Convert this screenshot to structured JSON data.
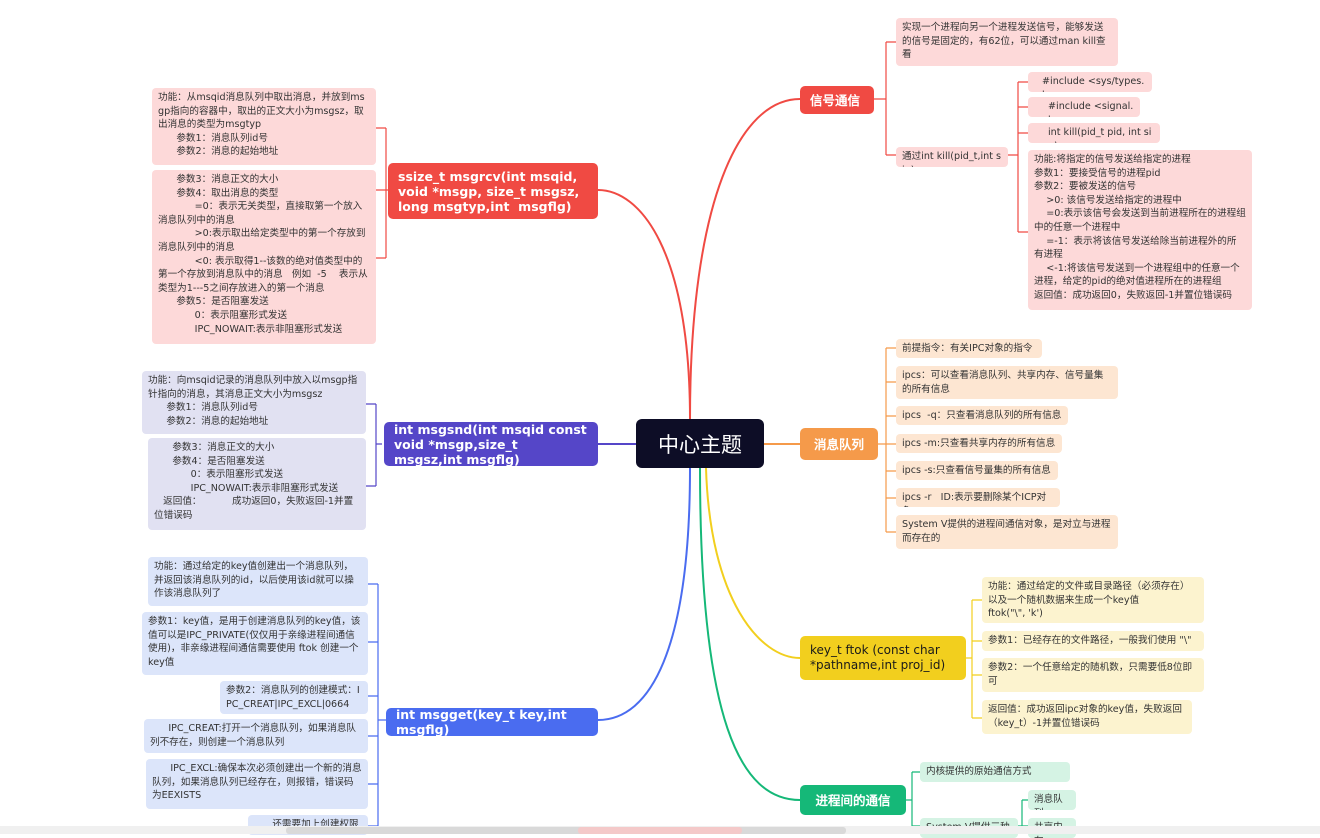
{
  "center": {
    "label": "中心主题"
  },
  "signal": {
    "title": "信号通信",
    "c1": "实现一个进程向另一个进程发送信号，能够发送的信号是固定的，有62位，可以通过man kill查看",
    "kill_title": "通过int kill(pid_t,int sig)",
    "inc1": "#include <sys/types.h>",
    "inc2": "#include <signal.h>",
    "proto": "int kill(pid_t pid, int sig);",
    "desc": "功能:将指定的信号发送给指定的进程\n参数1：要接受信号的进程pid\n参数2：要被发送的信号\n    >0: 该信号发送给指定的进程中\n    =0:表示该信号会发送到当前进程所在的进程组中的任意一个进程中\n    =-1：表示将该信号发送给除当前进程外的所有进程\n    <-1:将该信号发送到一个进程组中的任意一个进程，给定的pid的绝对值进程所在的进程组\n返回值：成功返回0，失败返回-1并置位错误码"
  },
  "msgq": {
    "title": "消息队列",
    "items": [
      "前提指令：有关IPC对象的指令",
      "ipcs：可以查看消息队列、共享内存、信号量集的所有信息",
      "ipcs  -q：只查看消息队列的所有信息",
      "ipcs -m:只查看共享内存的所有信息",
      "ipcs -s:只查看信号量集的所有信息",
      "ipcs -r   ID:表示要删除某个ICP对象",
      "System V提供的进程间通信对象，是对立与进程而存在的"
    ]
  },
  "ftok": {
    "title": "key_t ftok (const char *pathname,int proj_id)",
    "items": [
      "功能：通过给定的文件或目录路径（必须存在）以及一个随机数据来生成一个key值\nftok(\"\\\", 'k')",
      "参数1：已经存在的文件路径，一般我们使用 \"\\\"",
      "参数2：一个任意给定的随机数，只需要低8位即可",
      "返回值：成功返回ipc对象的key值，失败返回（key_t）-1并置位错误码"
    ]
  },
  "ipc": {
    "title": "进程间的通信",
    "c1": "内核提供的原始通信方式",
    "c2": "System V提供三种",
    "sub1": "消息队列",
    "sub2": "共享内存"
  },
  "msgrcv": {
    "title": "ssize_t msgrcv(int msqid, void *msgp, size_t msgsz, long msgtyp,int  msgflg)",
    "c1": "功能：从msqid消息队列中取出消息，并放到msgp指向的容器中，取出的正文大小为msgsz，取出消息的类型为msgtyp\n      参数1：消息队列id号\n      参数2：消息的起始地址",
    "c2": "      参数3：消息正文的大小\n      参数4：取出消息的类型\n            =0：表示无关类型，直接取第一个放入消息队列中的消息\n            >0:表示取出给定类型中的第一个存放到消息队列中的消息\n            <0: 表示取得1--该数的绝对值类型中的第一个存放到消息队中的消息   例如  -5    表示从类型为1---5之间存放进入的第一个消息\n      参数5：是否阻塞发送\n            0：表示阻塞形式发送\n            IPC_NOWAIT:表示非阻塞形式发送"
  },
  "msgsnd": {
    "title": "int msgsnd(int msqid const void *msgp,size_t msgsz,int msgflg)",
    "c1": "功能：向msqid记录的消息队列中放入以msgp指针指向的消息，其消息正文大小为msgsz\n      参数1：消息队列id号\n      参数2：消息的起始地址",
    "c2": "      参数3：消息正文的大小\n      参数4：是否阻塞发送\n            0：表示阻塞形式发送\n            IPC_NOWAIT:表示非阻塞形式发送\n   返回值：          成功返回0，失败返回-1并置位错误码"
  },
  "msgget": {
    "title": "int msgget(key_t key,int msgflg)",
    "items": [
      "功能：通过给定的key值创建出一个消息队列，并返回该消息队列的id，以后使用该id就可以操作该消息队列了",
      "参数1：key值，是用于创建消息队列的key值，该值可以是IPC_PRIVATE(仅仅用于亲缘进程间通信使用)，非亲缘进程间通信需要使用 ftok 创建一个key值",
      "参数2：消息队列的创建模式：IPC_CREAT|IPC_EXCL|0664",
      "      IPC_CREAT:打开一个消息队列，如果消息队列不存在，则创建一个消息队列",
      "      IPC_EXCL:确保本次必须创建出一个新的消息队列，如果消息队列已经存在，则报错，错误码为EEXISTS",
      "      还需要加上创建权限"
    ]
  },
  "colors": {
    "red": "#f04a43",
    "orange": "#f59a4a",
    "yellow": "#f2cf1e",
    "green": "#15b878",
    "purple": "#5546c8",
    "blue": "#4a6cf0",
    "center": "#0d0d26"
  }
}
